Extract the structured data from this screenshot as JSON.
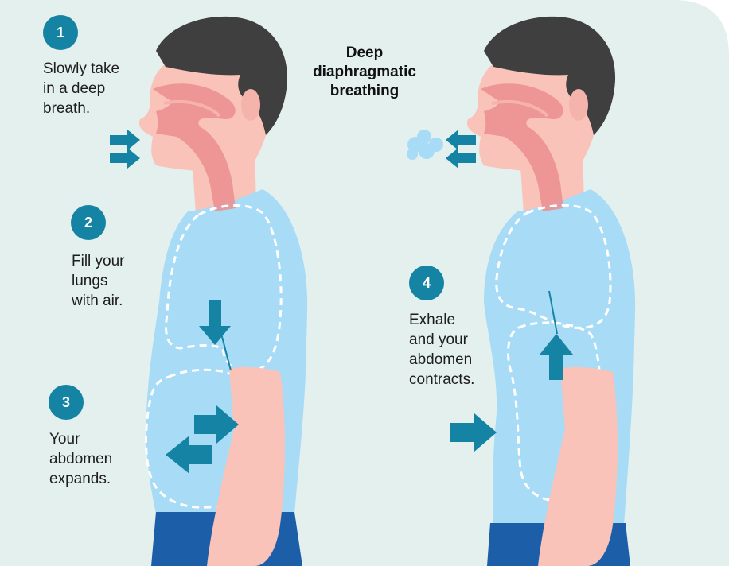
{
  "title": [
    "Deep",
    "diaphragmatic",
    "breathing"
  ],
  "steps": [
    {
      "number": "1",
      "lines": [
        "Slowly take",
        "in a deep",
        "breath."
      ]
    },
    {
      "number": "2",
      "lines": [
        "Fill your",
        "lungs",
        "with air."
      ]
    },
    {
      "number": "3",
      "lines": [
        "Your",
        "abdomen",
        "expands."
      ]
    },
    {
      "number": "4",
      "lines": [
        "Exhale",
        "and your",
        "abdomen",
        "contracts."
      ]
    }
  ],
  "colors": {
    "background": "#e3f0ee",
    "hair": "#3f3f3f",
    "skin": "#f9c3ba",
    "airway": "#eb8e8e",
    "shirt": "#a8dbf6",
    "pants": "#1d5ea8",
    "accent": "#1583a3"
  }
}
